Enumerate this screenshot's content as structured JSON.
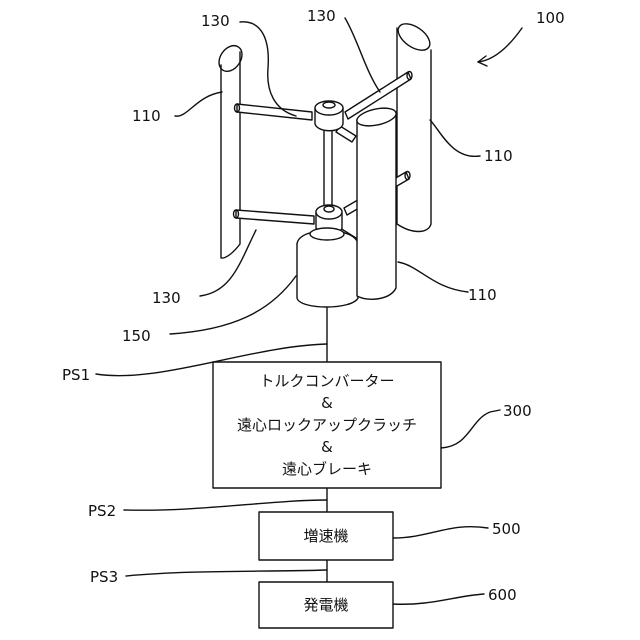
{
  "labels": {
    "device": "100",
    "blade_top_left": "130",
    "blade_top_right": "130",
    "blade_left": "110",
    "blade_right": "110",
    "arm_lower": "130",
    "blade_front": "110",
    "base": "150",
    "ps1": "PS1",
    "box_300": "300",
    "ps2": "PS2",
    "box_500": "500",
    "ps3": "PS3",
    "box_600": "600"
  },
  "boxes": {
    "converter_line1": "トルクコンバーター",
    "amp1": "&",
    "converter_line2": "遠心ロックアップクラッチ",
    "amp2": "&",
    "converter_line3": "遠心ブレーキ",
    "gearbox": "増速機",
    "generator": "発電機"
  }
}
